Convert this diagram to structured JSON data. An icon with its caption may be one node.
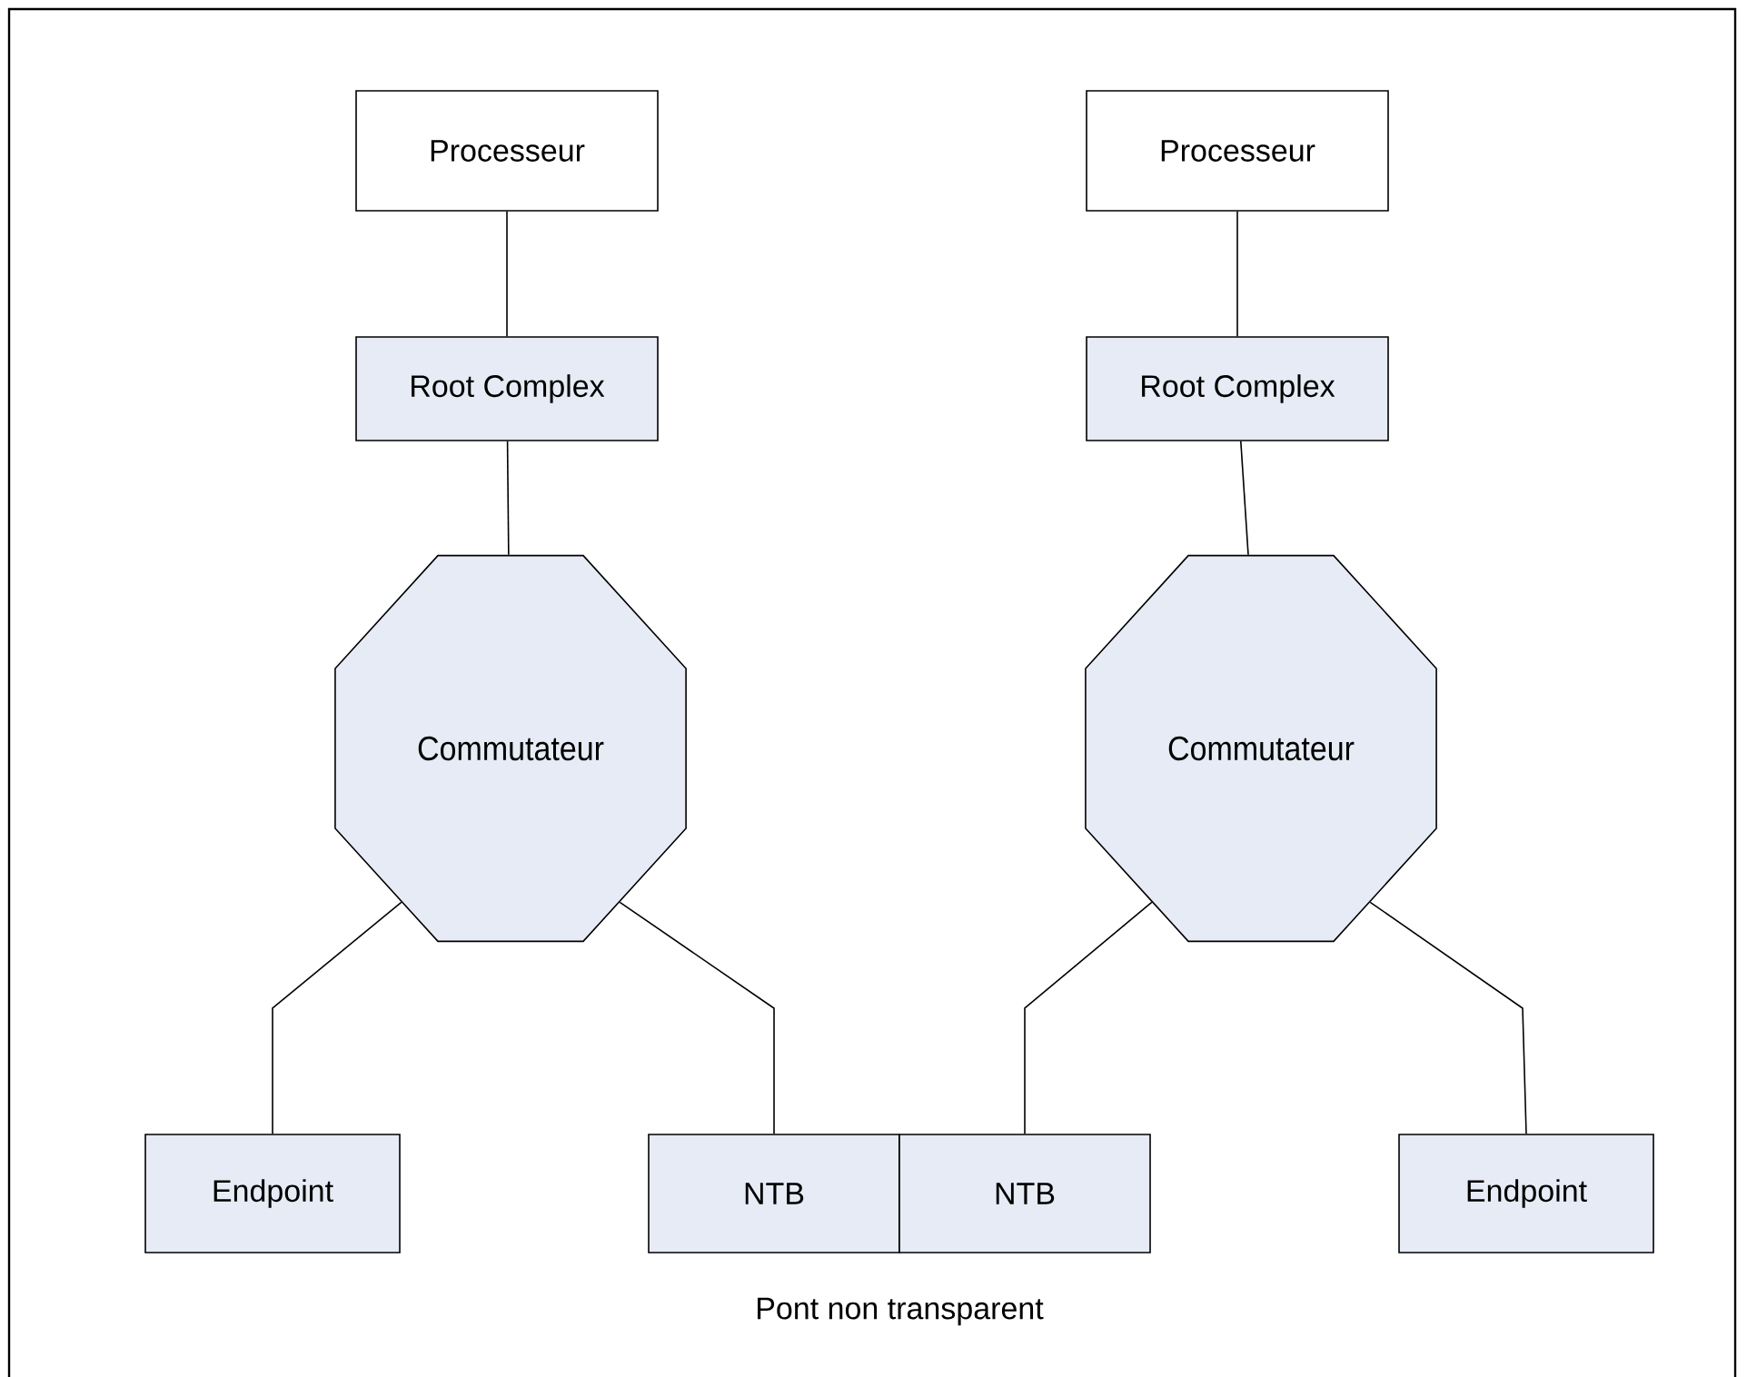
{
  "diagram": {
    "nodes": [
      {
        "text": [
          "Processeur"
        ]
      },
      {
        "text": [
          "Root Complex"
        ]
      },
      {
        "text": [
          "Commutateur"
        ]
      },
      {
        "text": [
          "Endpoint"
        ]
      },
      {
        "text": [
          "NTB"
        ]
      },
      {
        "text": [
          "Processeur"
        ]
      },
      {
        "text": [
          "Root Complex"
        ]
      },
      {
        "text": [
          "Commutateur"
        ]
      },
      {
        "text": [
          "NTB"
        ]
      },
      {
        "text": [
          "Endpoint"
        ]
      }
    ],
    "edges": [
      {
        "from": 0,
        "to": 1,
        "arrow": "none"
      },
      {
        "from": 1,
        "to": 2,
        "arrow": "none"
      },
      {
        "from": 2,
        "to": 3,
        "arrow": "none"
      },
      {
        "from": 2,
        "to": 4,
        "arrow": "none"
      },
      {
        "from": 5,
        "to": 6,
        "arrow": "none"
      },
      {
        "from": 6,
        "to": 7,
        "arrow": "none"
      },
      {
        "from": 7,
        "to": 8,
        "arrow": "none"
      },
      {
        "from": 7,
        "to": 9,
        "arrow": "none"
      }
    ],
    "labels": [
      "Pont non transparent"
    ]
  }
}
